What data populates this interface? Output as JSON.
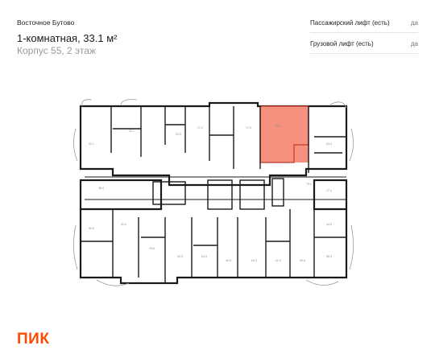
{
  "header": {
    "project": "Восточное Бутово",
    "title": "1-комнатная, 33.1 м²",
    "subtitle": "Корпус 55, 2 этаж"
  },
  "features": [
    {
      "label": "Пассажирский лифт (есть)",
      "value": "да"
    },
    {
      "label": "Грузовой лифт (есть)",
      "value": "да"
    }
  ],
  "plan": {
    "highlight_color": "#f5917e",
    "wall_color": "#1a1a1a",
    "room_labels": [
      "32.1",
      "32.1",
      "20.3",
      "17.2",
      "33.1",
      "17.9",
      "63.3",
      "79.1",
      "48.4",
      "17.4",
      "94.9",
      "43.4",
      "19.6",
      "42.9",
      "63.3",
      "44.9",
      "63.3",
      "22.4",
      "40.6",
      "44.9",
      "55.3"
    ]
  },
  "logo": "ПИК"
}
